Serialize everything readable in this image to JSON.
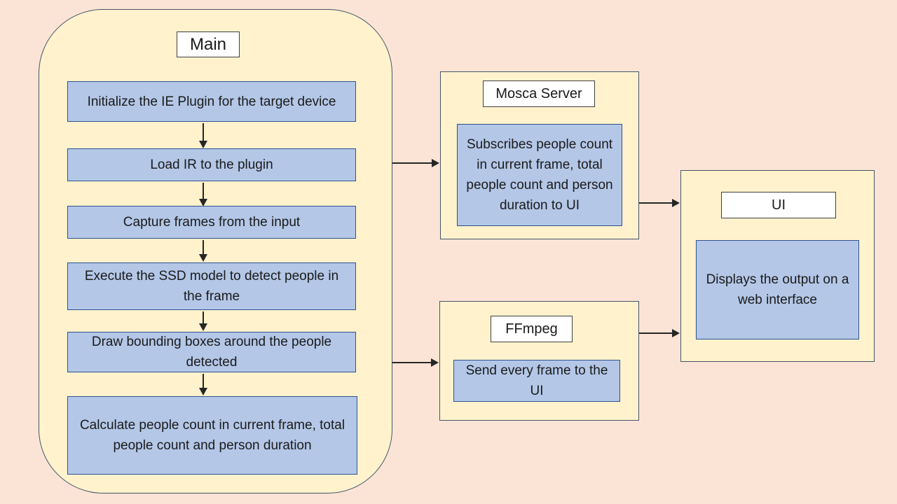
{
  "palette": {
    "page_background": "#fbe4d5",
    "group_fill": "#fff2cc",
    "group_border": "#44546a",
    "node_fill": "#b4c7e7",
    "node_border": "#2f528f",
    "title_fill": "#ffffff",
    "title_border": "#404040",
    "arrow_color": "#262626",
    "text_color": "#1a1a1a"
  },
  "main": {
    "title": "Main",
    "steps": [
      "Initialize the IE Plugin for the target device",
      "Load IR to the plugin",
      "Capture frames from the input",
      "Execute the SSD model to detect people in the frame",
      "Draw bounding boxes around the people detected",
      "Calculate people count in current frame, total people count and person duration"
    ]
  },
  "mosca": {
    "title": "Mosca Server",
    "body": "Subscribes people count in current frame, total people count and person duration to UI"
  },
  "ffmpeg": {
    "title": "FFmpeg",
    "body": "Send every frame to the UI"
  },
  "ui": {
    "title": "UI",
    "body": "Displays the output on a web interface"
  }
}
